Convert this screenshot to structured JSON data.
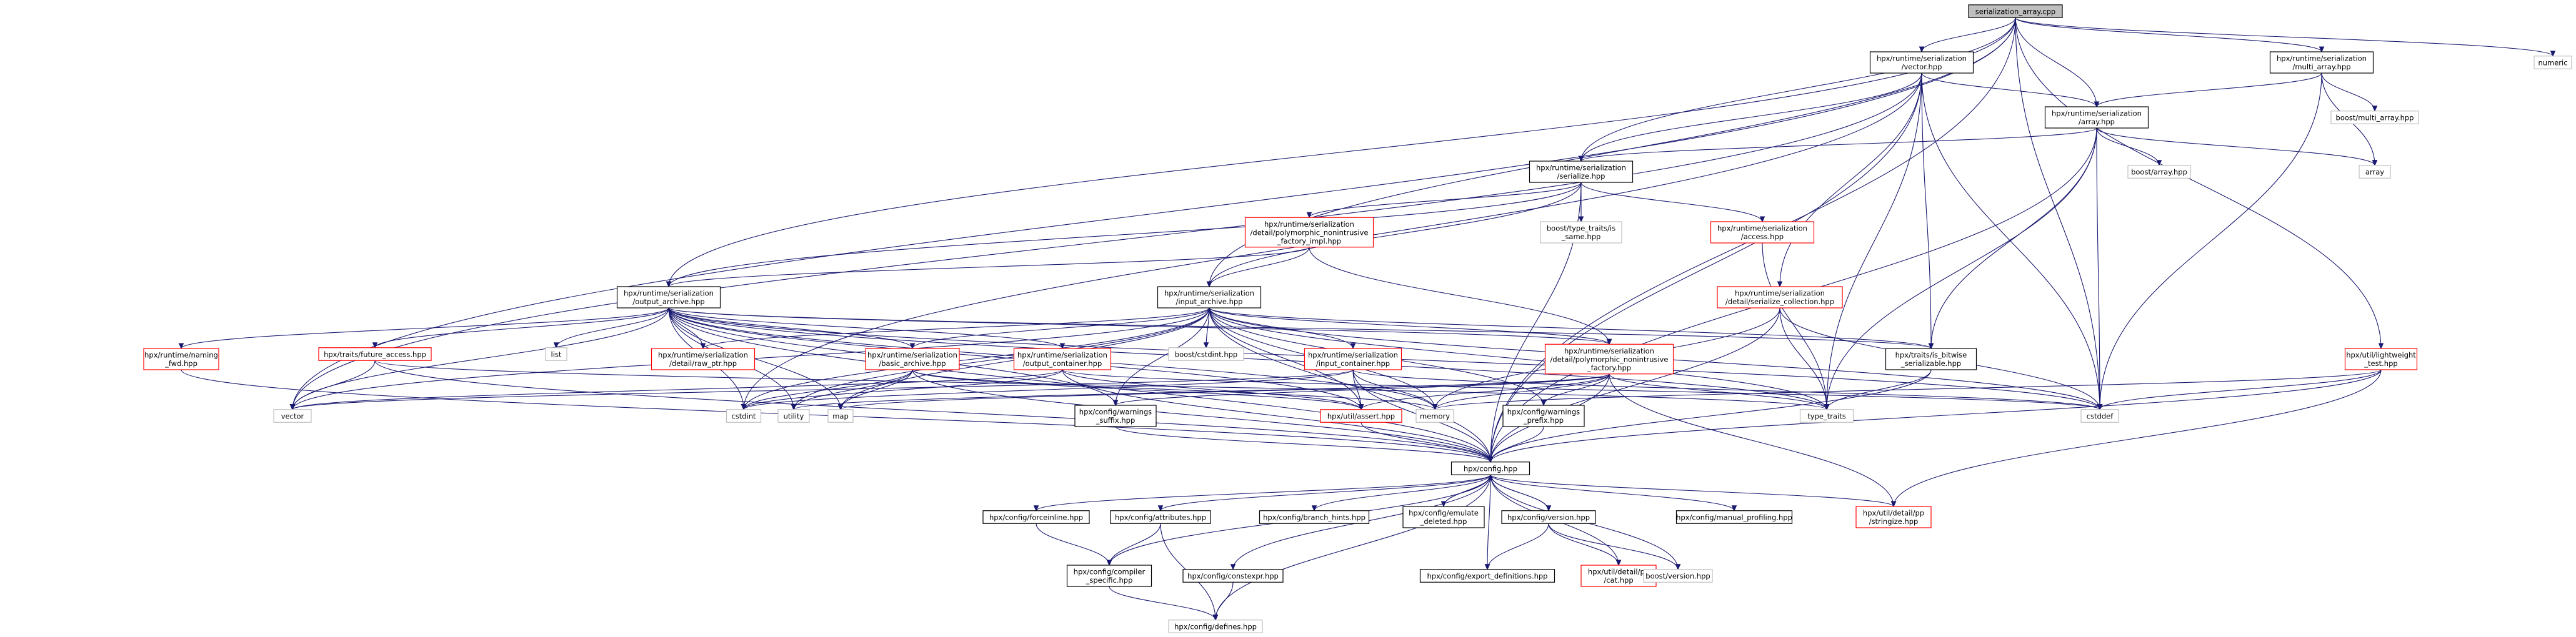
{
  "diagram": {
    "nodes": [
      {
        "id": "root",
        "lines": [
          "serialization_array.cpp"
        ],
        "style": "root"
      },
      {
        "id": "vector_hpp",
        "lines": [
          "hpx/runtime/serialization",
          "/vector.hpp"
        ],
        "style": "black"
      },
      {
        "id": "multi_array_hpp",
        "lines": [
          "hpx/runtime/serialization",
          "/multi_array.hpp"
        ],
        "style": "black"
      },
      {
        "id": "numeric",
        "lines": [
          "numeric"
        ],
        "style": "gray"
      },
      {
        "id": "array_hpp",
        "lines": [
          "hpx/runtime/serialization",
          "/array.hpp"
        ],
        "style": "black"
      },
      {
        "id": "boost_multi_array",
        "lines": [
          "boost/multi_array.hpp"
        ],
        "style": "gray"
      },
      {
        "id": "serialize_hpp",
        "lines": [
          "hpx/runtime/serialization",
          "/serialize.hpp"
        ],
        "style": "black"
      },
      {
        "id": "boost_array",
        "lines": [
          "boost/array.hpp"
        ],
        "style": "gray"
      },
      {
        "id": "array",
        "lines": [
          "array"
        ],
        "style": "gray"
      },
      {
        "id": "poly_impl",
        "lines": [
          "hpx/runtime/serialization",
          "/detail/polymorphic_nonintrusive",
          "_factory_impl.hpp"
        ],
        "style": "red"
      },
      {
        "id": "boost_is_same",
        "lines": [
          "boost/type_traits/is",
          "_same.hpp"
        ],
        "style": "gray"
      },
      {
        "id": "access_hpp",
        "lines": [
          "hpx/runtime/serialization",
          "/access.hpp"
        ],
        "style": "red"
      },
      {
        "id": "output_archive",
        "lines": [
          "hpx/runtime/serialization",
          "/output_archive.hpp"
        ],
        "style": "black"
      },
      {
        "id": "input_archive",
        "lines": [
          "hpx/runtime/serialization",
          "/input_archive.hpp"
        ],
        "style": "black"
      },
      {
        "id": "serialize_collection",
        "lines": [
          "hpx/runtime/serialization",
          "/detail/serialize_collection.hpp"
        ],
        "style": "red"
      },
      {
        "id": "naming_fwd",
        "lines": [
          "hpx/runtime/naming",
          "_fwd.hpp"
        ],
        "style": "red"
      },
      {
        "id": "future_access",
        "lines": [
          "hpx/traits/future_access.hpp"
        ],
        "style": "red"
      },
      {
        "id": "list",
        "lines": [
          "list"
        ],
        "style": "gray"
      },
      {
        "id": "raw_ptr",
        "lines": [
          "hpx/runtime/serialization",
          "/detail/raw_ptr.hpp"
        ],
        "style": "red"
      },
      {
        "id": "basic_archive",
        "lines": [
          "hpx/runtime/serialization",
          "/basic_archive.hpp"
        ],
        "style": "red"
      },
      {
        "id": "output_container",
        "lines": [
          "hpx/runtime/serialization",
          "/output_container.hpp"
        ],
        "style": "red"
      },
      {
        "id": "boost_cstdint",
        "lines": [
          "boost/cstdint.hpp"
        ],
        "style": "gray"
      },
      {
        "id": "input_container",
        "lines": [
          "hpx/runtime/serialization",
          "/input_container.hpp"
        ],
        "style": "red"
      },
      {
        "id": "poly_factory",
        "lines": [
          "hpx/runtime/serialization",
          "/detail/polymorphic_nonintrusive",
          "_factory.hpp"
        ],
        "style": "red"
      },
      {
        "id": "is_bitwise",
        "lines": [
          "hpx/traits/is_bitwise",
          "_serializable.hpp"
        ],
        "style": "black"
      },
      {
        "id": "lightweight_test",
        "lines": [
          "hpx/util/lightweight",
          "_test.hpp"
        ],
        "style": "red"
      },
      {
        "id": "vector",
        "lines": [
          "vector"
        ],
        "style": "gray"
      },
      {
        "id": "cstdint",
        "lines": [
          "cstdint"
        ],
        "style": "gray"
      },
      {
        "id": "utility",
        "lines": [
          "utility"
        ],
        "style": "gray"
      },
      {
        "id": "map",
        "lines": [
          "map"
        ],
        "style": "gray"
      },
      {
        "id": "warn_suffix",
        "lines": [
          "hpx/config/warnings",
          "_suffix.hpp"
        ],
        "style": "black"
      },
      {
        "id": "assert_hpp",
        "lines": [
          "hpx/util/assert.hpp"
        ],
        "style": "red"
      },
      {
        "id": "memory",
        "lines": [
          "memory"
        ],
        "style": "gray"
      },
      {
        "id": "warn_prefix",
        "lines": [
          "hpx/config/warnings",
          "_prefix.hpp"
        ],
        "style": "black"
      },
      {
        "id": "type_traits",
        "lines": [
          "type_traits"
        ],
        "style": "gray"
      },
      {
        "id": "cstddef",
        "lines": [
          "cstddef"
        ],
        "style": "gray"
      },
      {
        "id": "config_hpp",
        "lines": [
          "hpx/config.hpp"
        ],
        "style": "black"
      },
      {
        "id": "forceinline",
        "lines": [
          "hpx/config/forceinline.hpp"
        ],
        "style": "black"
      },
      {
        "id": "attributes",
        "lines": [
          "hpx/config/attributes.hpp"
        ],
        "style": "black"
      },
      {
        "id": "branch_hints",
        "lines": [
          "hpx/config/branch_hints.hpp"
        ],
        "style": "black"
      },
      {
        "id": "emulate_deleted",
        "lines": [
          "hpx/config/emulate",
          "_deleted.hpp"
        ],
        "style": "black"
      },
      {
        "id": "version_hpp",
        "lines": [
          "hpx/config/version.hpp"
        ],
        "style": "black"
      },
      {
        "id": "manual_profiling",
        "lines": [
          "hpx/config/manual_profiling.hpp"
        ],
        "style": "black"
      },
      {
        "id": "stringize",
        "lines": [
          "hpx/util/detail/pp",
          "/stringize.hpp"
        ],
        "style": "red"
      },
      {
        "id": "compiler_specific",
        "lines": [
          "hpx/config/compiler",
          "_specific.hpp"
        ],
        "style": "black"
      },
      {
        "id": "constexpr",
        "lines": [
          "hpx/config/constexpr.hpp"
        ],
        "style": "black"
      },
      {
        "id": "export_definitions",
        "lines": [
          "hpx/config/export_definitions.hpp"
        ],
        "style": "black"
      },
      {
        "id": "cat_hpp",
        "lines": [
          "hpx/util/detail/pp",
          "/cat.hpp"
        ],
        "style": "red"
      },
      {
        "id": "boost_version",
        "lines": [
          "boost/version.hpp"
        ],
        "style": "gray"
      },
      {
        "id": "defines_hpp",
        "lines": [
          "hpx/config/defines.hpp"
        ],
        "style": "gray"
      }
    ],
    "edges": [
      [
        "root",
        "vector_hpp"
      ],
      [
        "root",
        "multi_array_hpp"
      ],
      [
        "root",
        "numeric"
      ],
      [
        "root",
        "array_hpp"
      ],
      [
        "root",
        "serialize_hpp"
      ],
      [
        "root",
        "lightweight_test"
      ],
      [
        "root",
        "vector"
      ],
      [
        "root",
        "output_archive"
      ],
      [
        "root",
        "input_archive"
      ],
      [
        "root",
        "config_hpp"
      ],
      [
        "root",
        "cstddef"
      ],
      [
        "vector_hpp",
        "serialize_hpp"
      ],
      [
        "vector_hpp",
        "array_hpp"
      ],
      [
        "vector_hpp",
        "serialize_collection"
      ],
      [
        "vector_hpp",
        "is_bitwise"
      ],
      [
        "vector_hpp",
        "type_traits"
      ],
      [
        "vector_hpp",
        "cstddef"
      ],
      [
        "vector_hpp",
        "config_hpp"
      ],
      [
        "vector_hpp",
        "vector"
      ],
      [
        "vector_hpp",
        "cstdint"
      ],
      [
        "multi_array_hpp",
        "array_hpp"
      ],
      [
        "multi_array_hpp",
        "boost_multi_array"
      ],
      [
        "multi_array_hpp",
        "array"
      ],
      [
        "multi_array_hpp",
        "cstddef"
      ],
      [
        "array_hpp",
        "serialize_hpp"
      ],
      [
        "array_hpp",
        "boost_array"
      ],
      [
        "array_hpp",
        "array"
      ],
      [
        "array_hpp",
        "is_bitwise"
      ],
      [
        "array_hpp",
        "config_hpp"
      ],
      [
        "array_hpp",
        "cstddef"
      ],
      [
        "array_hpp",
        "type_traits"
      ],
      [
        "serialize_hpp",
        "poly_impl"
      ],
      [
        "serialize_hpp",
        "boost_is_same"
      ],
      [
        "serialize_hpp",
        "access_hpp"
      ],
      [
        "serialize_hpp",
        "output_archive"
      ],
      [
        "serialize_hpp",
        "input_archive"
      ],
      [
        "serialize_hpp",
        "config_hpp"
      ],
      [
        "poly_impl",
        "poly_factory"
      ],
      [
        "poly_impl",
        "output_archive"
      ],
      [
        "poly_impl",
        "input_archive"
      ],
      [
        "access_hpp",
        "type_traits"
      ],
      [
        "output_archive",
        "naming_fwd"
      ],
      [
        "output_archive",
        "future_access"
      ],
      [
        "output_archive",
        "list"
      ],
      [
        "output_archive",
        "raw_ptr"
      ],
      [
        "output_archive",
        "basic_archive"
      ],
      [
        "output_archive",
        "output_container"
      ],
      [
        "output_archive",
        "vector"
      ],
      [
        "output_archive",
        "cstdint"
      ],
      [
        "output_archive",
        "utility"
      ],
      [
        "output_archive",
        "map"
      ],
      [
        "output_archive",
        "memory"
      ],
      [
        "output_archive",
        "type_traits"
      ],
      [
        "output_archive",
        "assert_hpp"
      ],
      [
        "output_archive",
        "config_hpp"
      ],
      [
        "output_archive",
        "cstddef"
      ],
      [
        "output_archive",
        "poly_factory"
      ],
      [
        "output_archive",
        "is_bitwise"
      ],
      [
        "output_archive",
        "warn_suffix"
      ],
      [
        "input_archive",
        "raw_ptr"
      ],
      [
        "input_archive",
        "basic_archive"
      ],
      [
        "input_archive",
        "boost_cstdint"
      ],
      [
        "input_archive",
        "input_container"
      ],
      [
        "input_archive",
        "poly_factory"
      ],
      [
        "input_archive",
        "is_bitwise"
      ],
      [
        "input_archive",
        "cstdint"
      ],
      [
        "input_archive",
        "utility"
      ],
      [
        "input_archive",
        "map"
      ],
      [
        "input_archive",
        "memory"
      ],
      [
        "input_archive",
        "type_traits"
      ],
      [
        "input_archive",
        "assert_hpp"
      ],
      [
        "input_archive",
        "config_hpp"
      ],
      [
        "input_archive",
        "warn_prefix"
      ],
      [
        "input_archive",
        "warn_suffix"
      ],
      [
        "input_archive",
        "cstddef"
      ],
      [
        "input_archive",
        "vector"
      ],
      [
        "serialize_collection",
        "type_traits"
      ],
      [
        "serialize_collection",
        "config_hpp"
      ],
      [
        "serialize_collection",
        "cstddef"
      ],
      [
        "serialize_collection",
        "memory"
      ],
      [
        "naming_fwd",
        "config_hpp"
      ],
      [
        "future_access",
        "vector"
      ],
      [
        "future_access",
        "type_traits"
      ],
      [
        "future_access",
        "config_hpp"
      ],
      [
        "basic_archive",
        "map"
      ],
      [
        "basic_archive",
        "cstdint"
      ],
      [
        "basic_archive",
        "config_hpp"
      ],
      [
        "basic_archive",
        "assert_hpp"
      ],
      [
        "basic_archive",
        "memory"
      ],
      [
        "basic_archive",
        "utility"
      ],
      [
        "output_container",
        "cstddef"
      ],
      [
        "output_container",
        "cstdint"
      ],
      [
        "output_container",
        "vector"
      ],
      [
        "output_container",
        "assert_hpp"
      ],
      [
        "output_container",
        "config_hpp"
      ],
      [
        "input_container",
        "cstddef"
      ],
      [
        "input_container",
        "cstdint"
      ],
      [
        "input_container",
        "vector"
      ],
      [
        "input_container",
        "assert_hpp"
      ],
      [
        "input_container",
        "config_hpp"
      ],
      [
        "input_container",
        "memory"
      ],
      [
        "poly_factory",
        "warn_prefix"
      ],
      [
        "poly_factory",
        "warn_suffix"
      ],
      [
        "poly_factory",
        "stringize"
      ],
      [
        "poly_factory",
        "config_hpp"
      ],
      [
        "poly_factory",
        "assert_hpp"
      ],
      [
        "poly_factory",
        "memory"
      ],
      [
        "poly_factory",
        "type_traits"
      ],
      [
        "poly_factory",
        "map"
      ],
      [
        "poly_factory",
        "utility"
      ],
      [
        "is_bitwise",
        "type_traits"
      ],
      [
        "is_bitwise",
        "config_hpp"
      ],
      [
        "lightweight_test",
        "config_hpp"
      ],
      [
        "lightweight_test",
        "cstddef"
      ],
      [
        "lightweight_test",
        "stringize"
      ],
      [
        "lightweight_test",
        "memory"
      ],
      [
        "warn_suffix",
        "config_hpp"
      ],
      [
        "warn_prefix",
        "config_hpp"
      ],
      [
        "assert_hpp",
        "config_hpp"
      ],
      [
        "config_hpp",
        "forceinline"
      ],
      [
        "config_hpp",
        "attributes"
      ],
      [
        "config_hpp",
        "branch_hints"
      ],
      [
        "config_hpp",
        "emulate_deleted"
      ],
      [
        "config_hpp",
        "version_hpp"
      ],
      [
        "config_hpp",
        "manual_profiling"
      ],
      [
        "config_hpp",
        "stringize"
      ],
      [
        "config_hpp",
        "compiler_specific"
      ],
      [
        "config_hpp",
        "constexpr"
      ],
      [
        "config_hpp",
        "export_definitions"
      ],
      [
        "config_hpp",
        "cat_hpp"
      ],
      [
        "config_hpp",
        "boost_version"
      ],
      [
        "config_hpp",
        "defines_hpp"
      ],
      [
        "forceinline",
        "compiler_specific"
      ],
      [
        "attributes",
        "compiler_specific"
      ],
      [
        "attributes",
        "defines_hpp"
      ],
      [
        "compiler_specific",
        "defines_hpp"
      ],
      [
        "constexpr",
        "defines_hpp"
      ],
      [
        "emulate_deleted",
        "config_hpp"
      ],
      [
        "version_hpp",
        "export_definitions"
      ],
      [
        "version_hpp",
        "cat_hpp"
      ],
      [
        "version_hpp",
        "boost_version"
      ],
      [
        "version_hpp",
        "config_hpp"
      ]
    ]
  }
}
